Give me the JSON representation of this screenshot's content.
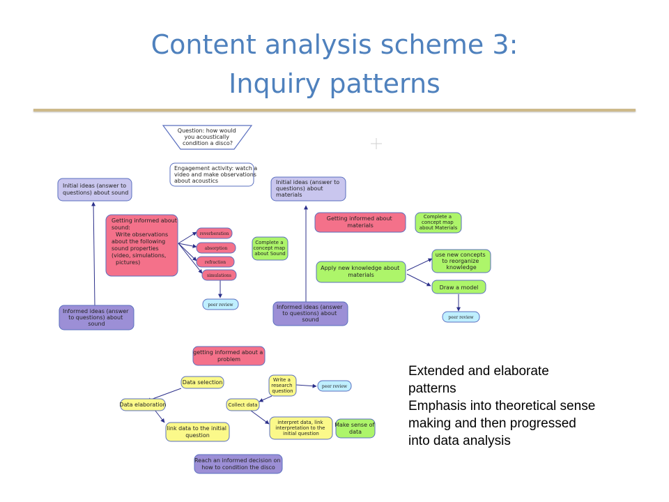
{
  "title": {
    "line1": "Content analysis scheme 3:",
    "line2": "Inquiry patterns"
  },
  "diagram_top": {
    "question": [
      "Question: how would",
      "you acoustically",
      "condition a disco?"
    ],
    "engagement": [
      "Engagement activity: watch a",
      "video and make observations",
      "about acoustics"
    ],
    "initial_sound": [
      "Initial ideas  (answer to",
      "questions) about sound"
    ],
    "getting_sound": [
      "Getting informed about",
      "sound:",
      "Write observations",
      "about the following",
      "sound properties",
      "(video, simulations,",
      "pictures)"
    ],
    "sub_items": [
      "reverberation",
      "absorption",
      "refraction",
      "simulations"
    ],
    "concept_sound": [
      "Complete a",
      "concept map",
      "about Sound"
    ],
    "peer_review_1": "peer review",
    "informed_sound_left": [
      "Informed ideas (answer",
      "to questions) about",
      "sound"
    ],
    "initial_materials": [
      "Initial ideas  (answer to",
      "questions) about",
      "materials"
    ],
    "getting_materials": [
      "Getting informed about",
      "materials"
    ],
    "concept_materials": [
      "Complete a",
      "concept map",
      "about Materials"
    ],
    "apply_knowledge": [
      "Apply new knowledge about",
      "materials"
    ],
    "use_concepts": [
      "use new concepts",
      "to reorganize",
      "knowledge"
    ],
    "draw_model": "Draw a model",
    "peer_review_2": "peer review",
    "informed_sound_right": [
      "Informed ideas (answer",
      "to questions) about",
      "sound"
    ]
  },
  "diagram_bottom": {
    "getting_problem": [
      "getting informed about a",
      "problem"
    ],
    "data_selection": "Data selection",
    "data_elaboration": "Data elaboration",
    "link_data": [
      "link data to the initial",
      "question"
    ],
    "write_question": [
      "Write a",
      "research",
      "question"
    ],
    "peer_review_3": "peer review",
    "collect_data": "Collect data",
    "interpret_data": [
      "interpret data, link",
      "interpretation to the",
      "initial question"
    ],
    "make_sense": [
      "Make sense of",
      "data"
    ],
    "decision": [
      "Reach an informed decision on",
      "how to condition the disco"
    ]
  },
  "side_text": {
    "line1": "Extended and elaborate",
    "line2": "patterns",
    "line3": "Emphasis into theoretical sense",
    "line4": "making and then progressed",
    "line5": "into data analysis"
  },
  "colors": {
    "title": "#4f81bd",
    "lavender": "#c9c6ee",
    "purple": "#9c8fd6",
    "pink": "#f4718a",
    "green": "#adf56a",
    "cyan": "#bfefff",
    "yellow": "#fbf98a",
    "arrow": "#2b2f8a"
  }
}
